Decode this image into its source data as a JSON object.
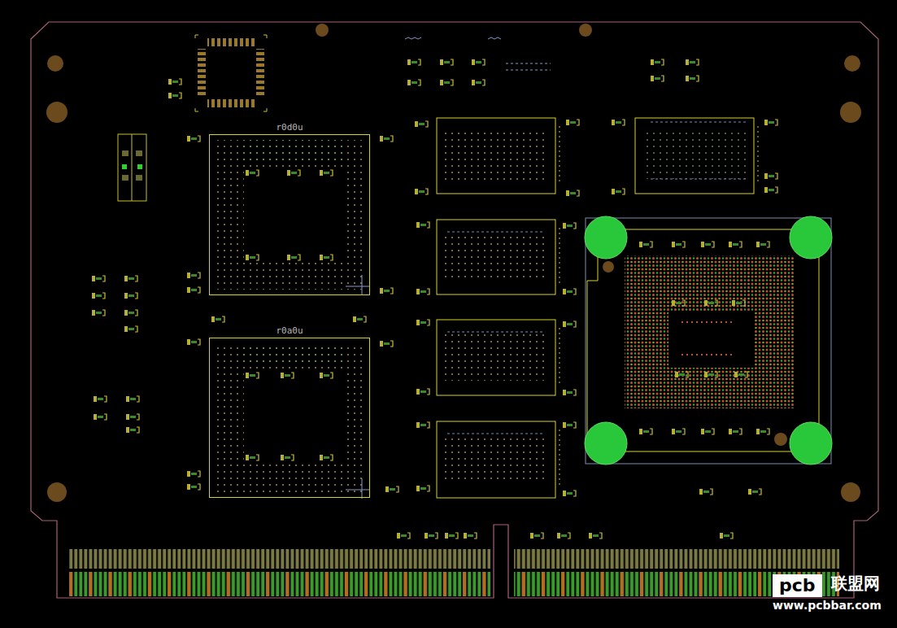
{
  "diagram": {
    "nodes": [
      {
        "text": [
          "r0d0u"
        ]
      },
      {
        "text": [
          "r0a0u"
        ]
      }
    ],
    "edges": [],
    "labels": [
      "pcb",
      "联盟网",
      "www.pcbbar.com"
    ]
  }
}
